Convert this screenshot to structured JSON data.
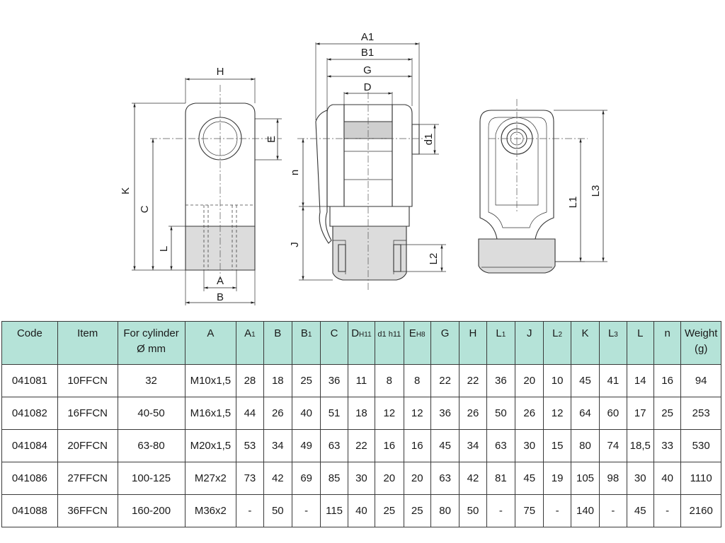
{
  "drawing": {
    "front_view": {
      "dims": {
        "h": "H",
        "e": "E",
        "k": "K",
        "c": "C",
        "l": "L",
        "a": "A",
        "b": "B"
      }
    },
    "side_view": {
      "dims": {
        "a1": "A1",
        "b1": "B1",
        "g": "G",
        "d": "D",
        "d1": "d1",
        "n": "n",
        "j": "J",
        "l2": "L2"
      }
    },
    "right_view": {
      "dims": {
        "l1": "L1",
        "l3": "L3"
      }
    }
  },
  "table": {
    "headers": [
      {
        "main": "Code"
      },
      {
        "main": "Item"
      },
      {
        "main": "For cylinder",
        "line2": "Ø mm"
      },
      {
        "main": "A"
      },
      {
        "main": "A",
        "sub": "1"
      },
      {
        "main": "B"
      },
      {
        "main": "B",
        "sub": "1"
      },
      {
        "main": "C"
      },
      {
        "main": "D",
        "sub": "H11"
      },
      {
        "main": "d1 h11"
      },
      {
        "main": "E",
        "sub": "H8"
      },
      {
        "main": "G"
      },
      {
        "main": "H"
      },
      {
        "main": "L",
        "sub": "1"
      },
      {
        "main": "J"
      },
      {
        "main": "L",
        "sub": "2"
      },
      {
        "main": "K"
      },
      {
        "main": "L",
        "sub": "3"
      },
      {
        "main": "L"
      },
      {
        "main": "n"
      },
      {
        "main": "Weight",
        "line2": "(g)"
      }
    ],
    "rows": [
      [
        "041081",
        "10FFCN",
        "32",
        "M10x1,5",
        "28",
        "18",
        "25",
        "36",
        "11",
        "8",
        "8",
        "22",
        "22",
        "36",
        "20",
        "10",
        "45",
        "41",
        "14",
        "16",
        "94"
      ],
      [
        "041082",
        "16FFCN",
        "40-50",
        "M16x1,5",
        "44",
        "26",
        "40",
        "51",
        "18",
        "12",
        "12",
        "36",
        "26",
        "50",
        "26",
        "12",
        "64",
        "60",
        "17",
        "25",
        "253"
      ],
      [
        "041084",
        "20FFCN",
        "63-80",
        "M20x1,5",
        "53",
        "34",
        "49",
        "63",
        "22",
        "16",
        "16",
        "45",
        "34",
        "63",
        "30",
        "15",
        "80",
        "74",
        "18,5",
        "33",
        "530"
      ],
      [
        "041086",
        "27FFCN",
        "100-125",
        "M27x2",
        "73",
        "42",
        "69",
        "85",
        "30",
        "20",
        "20",
        "63",
        "42",
        "81",
        "45",
        "19",
        "105",
        "98",
        "30",
        "40",
        "1110"
      ],
      [
        "041088",
        "36FFCN",
        "160-200",
        "M36x2",
        "-",
        "50",
        "-",
        "115",
        "40",
        "25",
        "25",
        "80",
        "50",
        "-",
        "75",
        "-",
        "140",
        "-",
        "45",
        "-",
        "2160"
      ]
    ]
  }
}
